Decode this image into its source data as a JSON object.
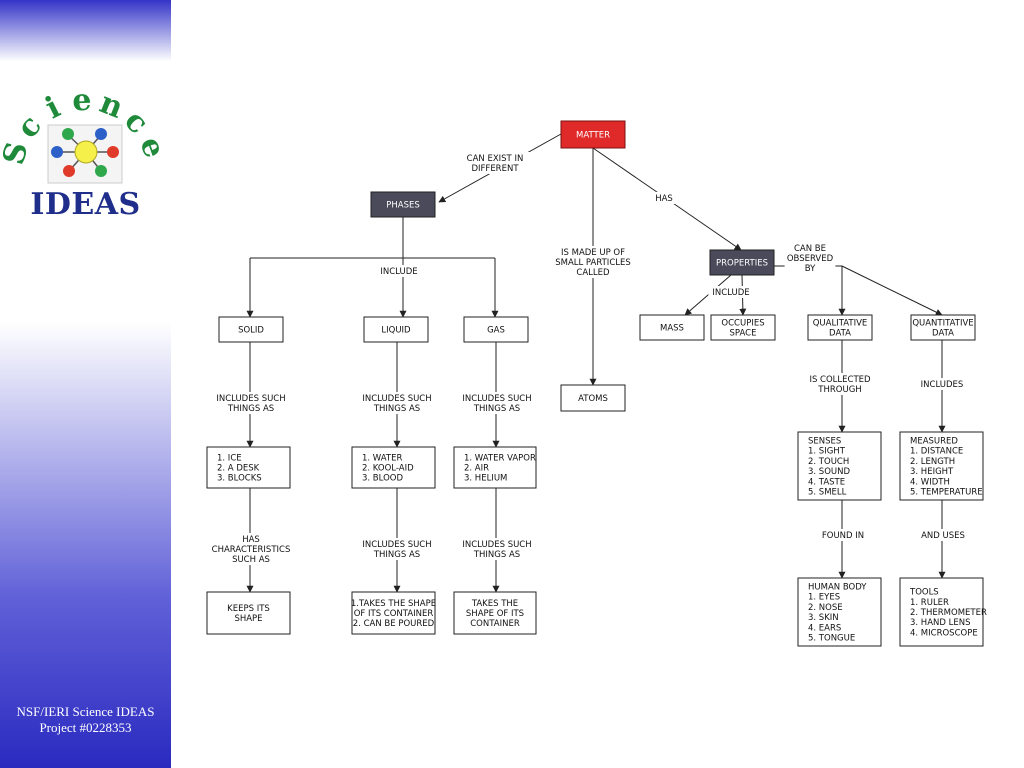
{
  "sidebar": {
    "logo_word": "Science",
    "logo_sub": "IDEAS",
    "footer_line1": "NSF/IERI Science IDEAS",
    "footer_line2": "Project #0228353"
  },
  "nodes": {
    "matter": "MATTER",
    "phases": "PHASES",
    "properties": "PROPERTIES",
    "solid": "SOLID",
    "liquid": "LIQUID",
    "gas": "GAS",
    "atoms": "ATOMS",
    "mass": "MASS",
    "occupies_space": [
      "OCCUPIES",
      "SPACE"
    ],
    "qualitative": [
      "QUALITATIVE",
      "DATA"
    ],
    "quantitative": [
      "QUANTITATIVE",
      "DATA"
    ],
    "solid_examples": [
      "1. ICE",
      "2. A DESK",
      "3. BLOCKS"
    ],
    "liquid_examples": [
      "1. WATER",
      "2. KOOL-AID",
      "3. BLOOD"
    ],
    "gas_examples": [
      "1. WATER VAPOR",
      "2. AIR",
      "3. HELIUM"
    ],
    "solid_char": [
      "KEEPS ITS",
      "SHAPE"
    ],
    "liquid_char": [
      "1.TAKES THE SHAPE",
      "OF ITS CONTAINER",
      "2. CAN BE POURED"
    ],
    "gas_char": [
      "TAKES THE",
      "SHAPE OF ITS",
      "CONTAINER"
    ],
    "senses": [
      "SENSES",
      "1. SIGHT",
      "2. TOUCH",
      "3. SOUND",
      "4. TASTE",
      "5. SMELL"
    ],
    "measured": [
      "MEASURED",
      "1. DISTANCE",
      "2. LENGTH",
      "3. HEIGHT",
      "4. WIDTH",
      "5. TEMPERATURE"
    ],
    "human_body": [
      "HUMAN BODY",
      "1. EYES",
      "2. NOSE",
      "3. SKIN",
      "4. EARS",
      "5. TONGUE"
    ],
    "tools": [
      "TOOLS",
      "1. RULER",
      "2. THERMOMETER",
      "3. HAND LENS",
      "4. MICROSCOPE"
    ]
  },
  "links": {
    "can_exist_in_different": [
      "CAN EXIST IN",
      "DIFFERENT"
    ],
    "has": [
      "HAS"
    ],
    "is_made_up_of": [
      "IS MADE UP OF",
      "SMALL PARTICLES",
      "CALLED"
    ],
    "include_phases": [
      "INCLUDE"
    ],
    "include_properties": [
      "INCLUDE"
    ],
    "can_be_observed_by": [
      "CAN BE",
      "OBSERVED",
      "BY"
    ],
    "solid_includes": [
      "INCLUDES SUCH",
      "THINGS AS"
    ],
    "liquid_includes": [
      "INCLUDES SUCH",
      "THINGS AS"
    ],
    "gas_includes": [
      "INCLUDES SUCH",
      "THINGS AS"
    ],
    "has_characteristics": [
      "HAS",
      "CHARACTERISTICS",
      "SUCH AS"
    ],
    "liquid_includes2": [
      "INCLUDES SUCH",
      "THINGS AS"
    ],
    "gas_includes2": [
      "INCLUDES SUCH",
      "THINGS AS"
    ],
    "is_collected_through": [
      "IS COLLECTED",
      "THROUGH"
    ],
    "includes_quant": [
      "INCLUDES"
    ],
    "found_in": [
      "FOUND IN"
    ],
    "and_uses": [
      "AND USES"
    ]
  },
  "colors": {
    "matter_fill": "#e02a2a",
    "dark_fill": "#4a4a5a",
    "title_blue": "#1f2e8a",
    "logo_green": "#1f8a3a"
  }
}
